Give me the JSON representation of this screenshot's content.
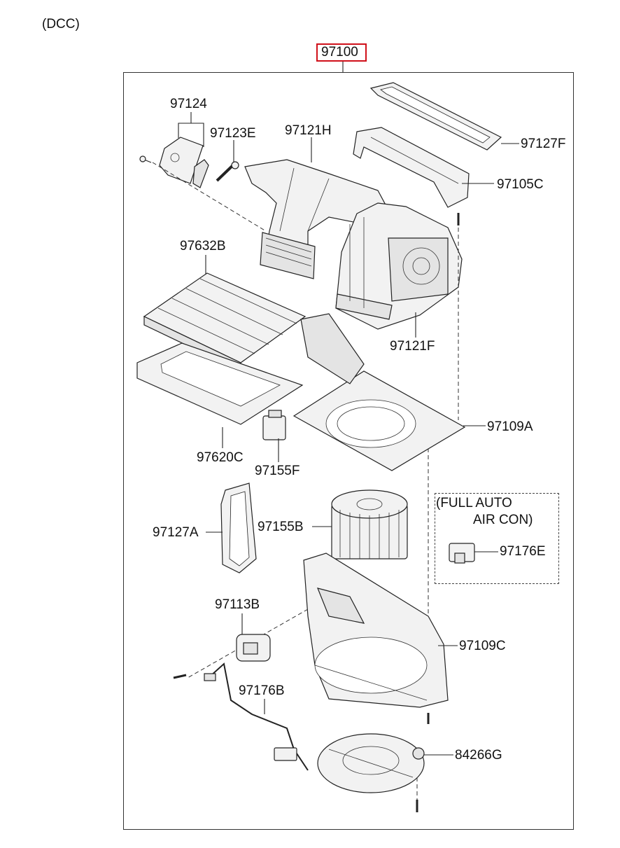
{
  "header": {
    "variant": "(DCC)",
    "assembly_no": "97100"
  },
  "note": {
    "line1": "(FULL AUTO",
    "line2": "AIR CON)"
  },
  "parts": [
    {
      "id": "p97124",
      "no": "97124"
    },
    {
      "id": "p97123E",
      "no": "97123E"
    },
    {
      "id": "p97121H",
      "no": "97121H"
    },
    {
      "id": "p97127F",
      "no": "97127F"
    },
    {
      "id": "p97105C",
      "no": "97105C"
    },
    {
      "id": "p97632B",
      "no": "97632B"
    },
    {
      "id": "p97121F",
      "no": "97121F"
    },
    {
      "id": "p97109A",
      "no": "97109A"
    },
    {
      "id": "p97620C",
      "no": "97620C"
    },
    {
      "id": "p97155F",
      "no": "97155F"
    },
    {
      "id": "p97127A",
      "no": "97127A"
    },
    {
      "id": "p97155B",
      "no": "97155B"
    },
    {
      "id": "p97176E",
      "no": "97176E"
    },
    {
      "id": "p97113B",
      "no": "97113B"
    },
    {
      "id": "p97109C",
      "no": "97109C"
    },
    {
      "id": "p97176B",
      "no": "97176B"
    },
    {
      "id": "p84266G",
      "no": "84266G"
    }
  ],
  "colors": {
    "highlight_box": "#d0101a",
    "line": "#222222"
  }
}
